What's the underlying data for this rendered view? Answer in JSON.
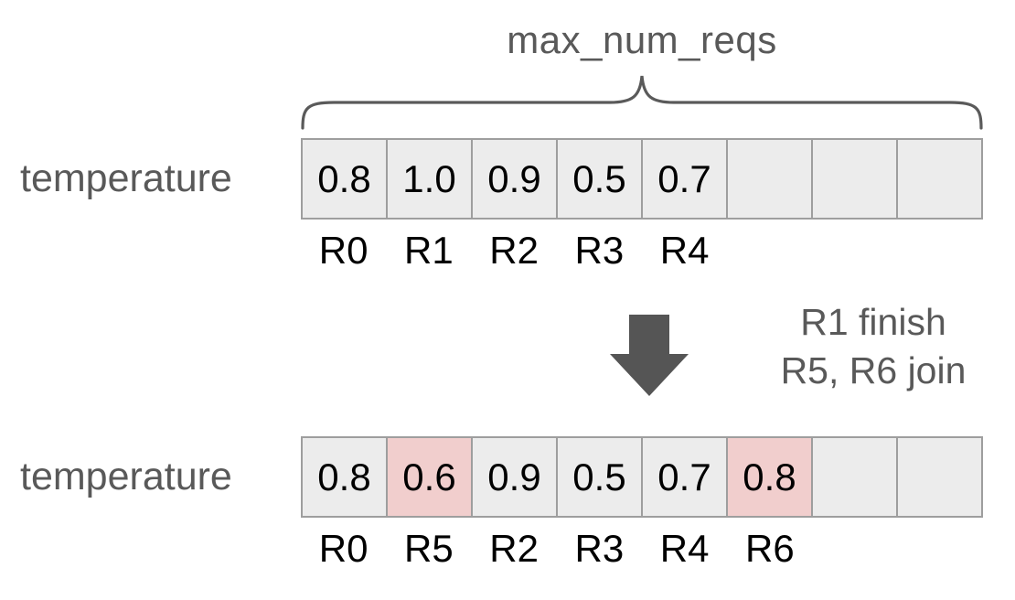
{
  "diagram": {
    "capacity_label": "max_num_reqs",
    "transition": {
      "line1": "R1 finish",
      "line2": "R5, R6 join"
    },
    "before": {
      "row_label": "temperature",
      "cells": [
        {
          "value": "0.8",
          "highlight": false
        },
        {
          "value": "1.0",
          "highlight": false
        },
        {
          "value": "0.9",
          "highlight": false
        },
        {
          "value": "0.5",
          "highlight": false
        },
        {
          "value": "0.7",
          "highlight": false
        },
        {
          "value": "",
          "highlight": false
        },
        {
          "value": "",
          "highlight": false
        },
        {
          "value": "",
          "highlight": false
        }
      ],
      "request_labels": [
        "R0",
        "R1",
        "R2",
        "R3",
        "R4",
        "",
        "",
        ""
      ]
    },
    "after": {
      "row_label": "temperature",
      "cells": [
        {
          "value": "0.8",
          "highlight": false
        },
        {
          "value": "0.6",
          "highlight": true
        },
        {
          "value": "0.9",
          "highlight": false
        },
        {
          "value": "0.5",
          "highlight": false
        },
        {
          "value": "0.7",
          "highlight": false
        },
        {
          "value": "0.8",
          "highlight": true
        },
        {
          "value": "",
          "highlight": false
        },
        {
          "value": "",
          "highlight": false
        }
      ],
      "request_labels": [
        "R0",
        "R5",
        "R2",
        "R3",
        "R4",
        "R6",
        "",
        ""
      ]
    },
    "colors": {
      "cell_background": "#ececec",
      "cell_highlight": "#f1cecd",
      "cell_border": "#9e9e9e",
      "annotation_text": "#595959",
      "value_text": "#000000",
      "arrow": "#555555"
    }
  }
}
